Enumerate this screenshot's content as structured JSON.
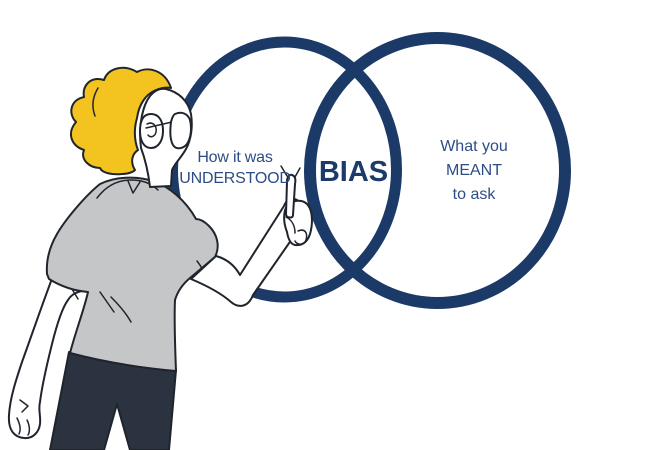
{
  "diagram": {
    "left_circle": {
      "lines": [
        "How it was",
        "UNDERSTOOD"
      ]
    },
    "intersection": {
      "label": "BIAS"
    },
    "right_circle": {
      "lines": [
        "What you",
        "MEANT",
        "to ask"
      ]
    },
    "colors": {
      "circle_stroke": "#1c3a67",
      "label_text": "#2d4d85",
      "intersection_text": "#1d3b6a"
    }
  },
  "illustration": {
    "person": {
      "hair_color": "#f3c41f",
      "shirt_color": "#c5c6c8",
      "pants_color": "#2a333f",
      "skin_color": "#ffffff",
      "line_color": "#20242c"
    }
  }
}
